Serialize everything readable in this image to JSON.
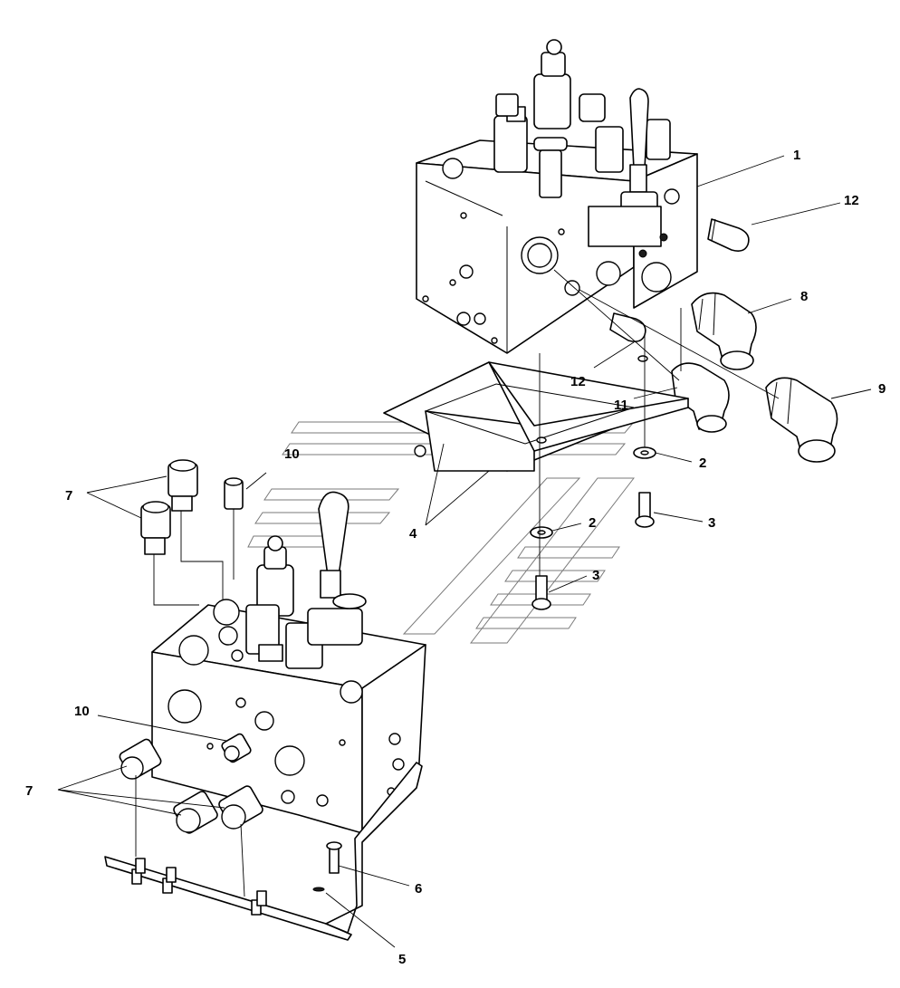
{
  "callouts": {
    "c1": "1",
    "c2a": "2",
    "c2b": "2",
    "c3a": "3",
    "c3b": "3",
    "c4": "4",
    "c5": "5",
    "c6": "6",
    "c7a": "7",
    "c7b": "7",
    "c8": "8",
    "c9": "9",
    "c10a": "10",
    "c10b": "10",
    "c11": "11",
    "c12a": "12",
    "c12b": "12"
  },
  "colors": {
    "line": "#000000",
    "background": "#ffffff",
    "watermark": "#7a7a7a"
  }
}
